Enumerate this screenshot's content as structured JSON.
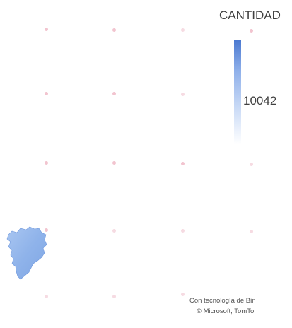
{
  "legend": {
    "title": "CANTIDAD",
    "value_label": "10042",
    "gradient_colors": [
      "#4a78d0",
      "#8fb0ea",
      "#c9daf6",
      "#ffffff"
    ]
  },
  "attribution": {
    "line1": "Con tecnología de Bin",
    "line2": "© Microsoft, TomTo"
  },
  "colors": {
    "region_fill": "#8fb3ea",
    "grid_dot": "#f2c4cf"
  }
}
